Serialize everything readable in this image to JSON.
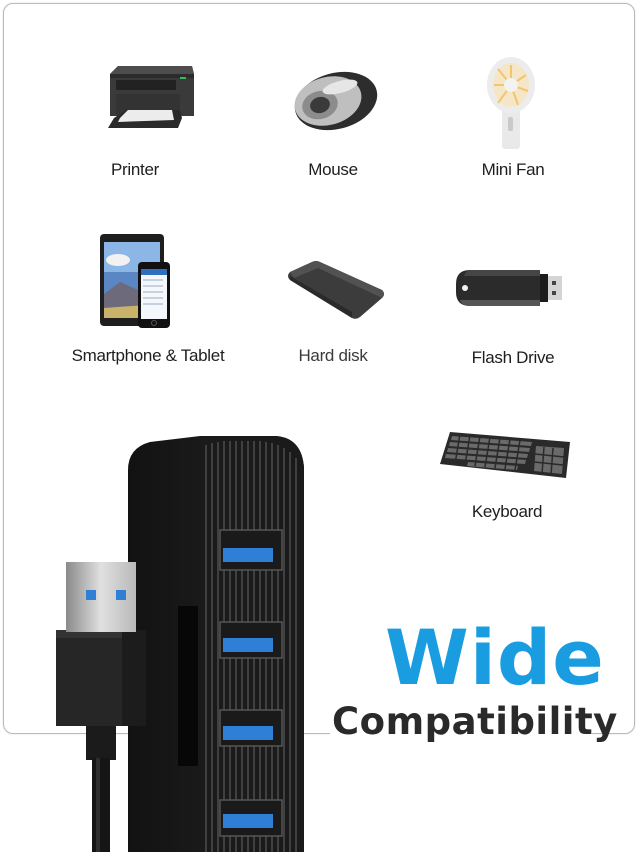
{
  "devices": [
    {
      "id": "printer",
      "label": "Printer",
      "icon": "printer-icon"
    },
    {
      "id": "mouse",
      "label": "Mouse",
      "icon": "mouse-icon"
    },
    {
      "id": "mini-fan",
      "label": "Mini Fan",
      "icon": "fan-icon"
    },
    {
      "id": "smartphone-tablet",
      "label": "Smartphone & Tablet",
      "icon": "tablet-phone-icon"
    },
    {
      "id": "hard-disk",
      "label": "Hard disk",
      "icon": "hard-disk-icon"
    },
    {
      "id": "flash-drive",
      "label": "Flash Drive",
      "icon": "flash-drive-icon"
    },
    {
      "id": "keyboard",
      "label": "Keyboard",
      "icon": "keyboard-icon"
    }
  ],
  "headline": {
    "line1": "Wide",
    "line2": "Compatibility"
  },
  "product": {
    "name": "USB hub",
    "ports": 4,
    "port_color": "#2f7fd6"
  },
  "colors": {
    "accent": "#1a9de0",
    "text_dark": "#2a2a2a",
    "frame": "#b9b9b9"
  }
}
